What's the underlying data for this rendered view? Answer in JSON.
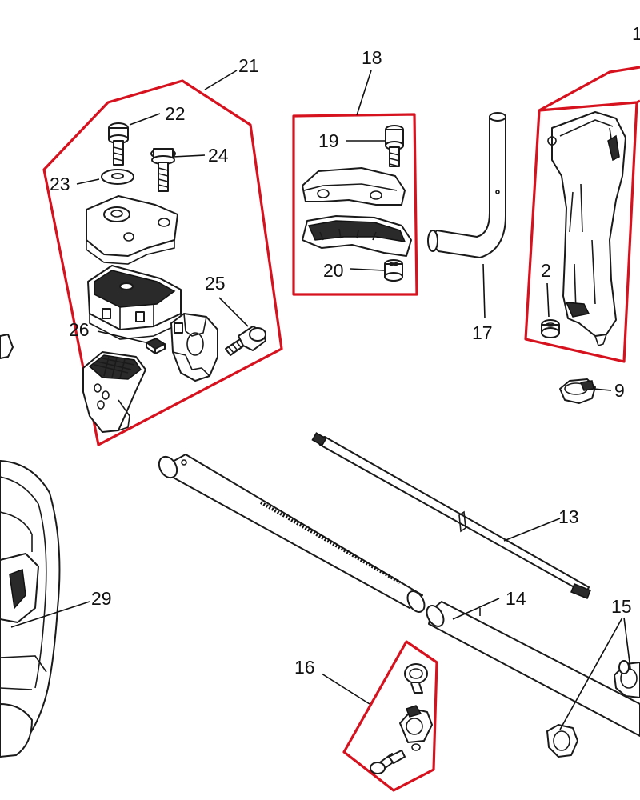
{
  "diagram": {
    "group_color": "#d6121f",
    "callouts": [
      {
        "id": "1",
        "text": "1"
      },
      {
        "id": "2",
        "text": "2"
      },
      {
        "id": "9",
        "text": "9"
      },
      {
        "id": "13",
        "text": "13"
      },
      {
        "id": "14",
        "text": "14"
      },
      {
        "id": "15",
        "text": "15"
      },
      {
        "id": "16",
        "text": "16"
      },
      {
        "id": "17",
        "text": "17"
      },
      {
        "id": "18",
        "text": "18"
      },
      {
        "id": "19",
        "text": "19"
      },
      {
        "id": "20",
        "text": "20"
      },
      {
        "id": "21",
        "text": "21"
      },
      {
        "id": "22",
        "text": "22"
      },
      {
        "id": "23",
        "text": "23"
      },
      {
        "id": "24",
        "text": "24"
      },
      {
        "id": "25",
        "text": "25"
      },
      {
        "id": "26",
        "text": "26"
      },
      {
        "id": "29",
        "text": "29"
      }
    ]
  }
}
